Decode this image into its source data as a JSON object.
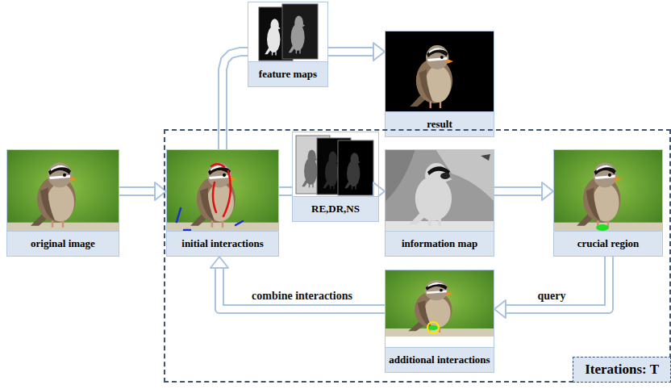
{
  "diagram": {
    "nodes": [
      {
        "text": [
          "original image"
        ]
      },
      {
        "text": [
          "feature maps"
        ]
      },
      {
        "text": [
          "result"
        ]
      },
      {
        "text": [
          "Iterations: T"
        ]
      },
      {
        "text": [
          "initial interactions"
        ],
        "in": 3
      },
      {
        "text": [
          "RE,DR,NS"
        ],
        "in": 3
      },
      {
        "text": [
          "information map"
        ],
        "in": 3
      },
      {
        "text": [
          "crucial region"
        ],
        "in": 3
      },
      {
        "text": [
          "additional interactions"
        ],
        "in": 3
      }
    ],
    "edges": [
      {
        "from": 0,
        "to": 4,
        "arrow": "to"
      },
      {
        "from": 4,
        "to": 1,
        "arrow": "none"
      },
      {
        "from": 1,
        "to": 2,
        "arrow": "to"
      },
      {
        "from": 4,
        "to": 5,
        "arrow": "none"
      },
      {
        "from": 5,
        "to": 6,
        "arrow": "to"
      },
      {
        "from": 6,
        "to": 7,
        "arrow": "to"
      },
      {
        "from": 7,
        "to": 8,
        "arrow": "to",
        "label": "query"
      },
      {
        "from": 8,
        "to": 4,
        "arrow": "to",
        "label": "combine interactions"
      }
    ]
  }
}
